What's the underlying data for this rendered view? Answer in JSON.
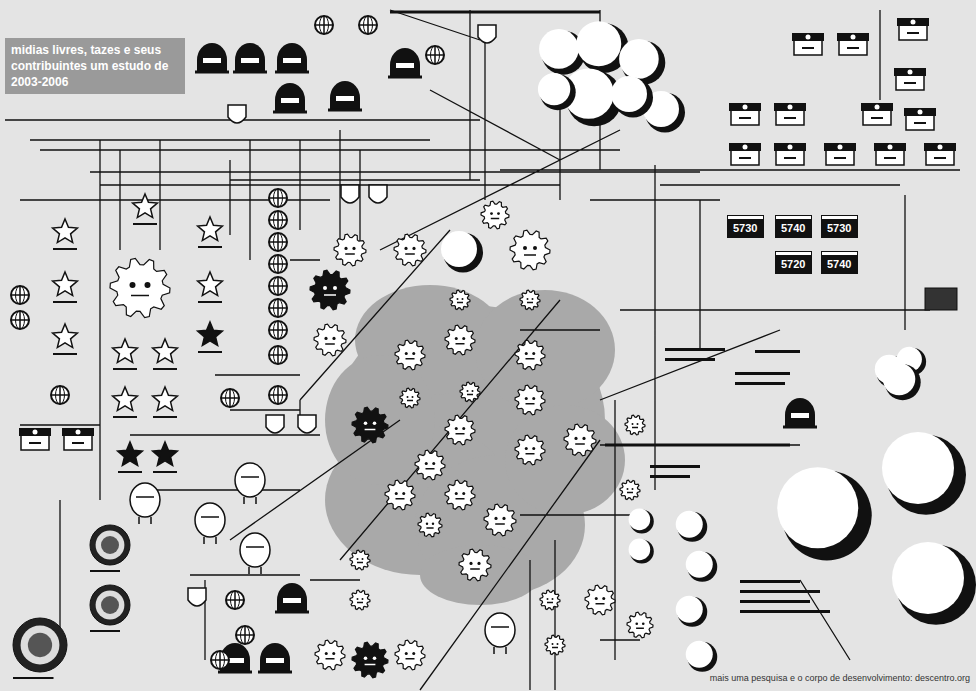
{
  "diagram": {
    "title": "midias livres, tazes e seus contribuintes um estudo de 2003-2006",
    "caption": "mais uma pesquisa e o corpo de desenvolvimento: descentro.org",
    "nodes": [
      {
        "text": [
          "5730"
        ]
      },
      {
        "text": [
          "5740"
        ]
      },
      {
        "text": [
          "5730"
        ]
      },
      {
        "text": [
          "5720"
        ]
      },
      {
        "text": [
          "5740"
        ]
      }
    ]
  }
}
